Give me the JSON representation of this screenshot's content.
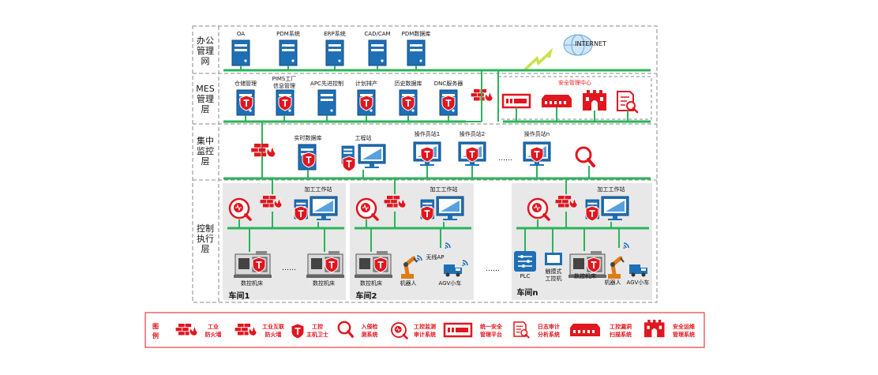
{
  "layers": {
    "office": [
      "办公",
      "管理",
      "网"
    ],
    "mes": [
      "MES",
      "管理",
      "层"
    ],
    "central": [
      "集中",
      "监控",
      "层"
    ],
    "control": [
      "控制",
      "执行",
      "层"
    ]
  },
  "office": {
    "nodes": [
      "OA",
      "PDM系统",
      "ERP系统",
      "CAD/CAM",
      "PDM数据库"
    ],
    "internet": "INTERNET"
  },
  "mes": {
    "nodes": [
      {
        "l1": "仓储管理",
        "l2": ""
      },
      {
        "l1": "PIMS工厂",
        "l2": "信息管理"
      },
      {
        "l1": "APC先进控制",
        "l2": ""
      },
      {
        "l1": "计划排产",
        "l2": ""
      },
      {
        "l1": "历史数据库",
        "l2": ""
      },
      {
        "l1": "DNC服务器",
        "l2": ""
      }
    ],
    "security_center": "安全管理中心"
  },
  "central": {
    "nodes": [
      "实时数据库",
      "工程站",
      "操作员站1",
      "操作员站2",
      "操作员站n"
    ],
    "ellipsis": "……"
  },
  "workshops": [
    {
      "name": "车间1",
      "station": "加工工作站",
      "m1": "数控机床",
      "m2": "数控机床",
      "ellipsis": "……"
    },
    {
      "name": "车间2",
      "station": "加工工作站",
      "m1": "数控机床",
      "robot": "机器人",
      "agv": "AGV小车",
      "ap": "无线AP"
    },
    {
      "name": "车间n",
      "station": "加工工作站",
      "plc": "PLC",
      "touch1": "触摸式",
      "touch2": "工控机",
      "m1": "数控机床",
      "robot": "机器人",
      "agv": "AGV小车"
    }
  ],
  "workshop_gap": "……",
  "legend": {
    "title": [
      "图",
      "例"
    ],
    "items": [
      {
        "l1": "工业",
        "l2": "防火墙",
        "icon": "firewall-icon"
      },
      {
        "l1": "工业互联",
        "l2": "防火墙",
        "icon": "firewall-icon"
      },
      {
        "l1": "工控",
        "l2": "主机卫士",
        "icon": "shield-icon"
      },
      {
        "l1": "入侵检",
        "l2": "测系统",
        "icon": "magnifier-icon"
      },
      {
        "l1": "工控监测",
        "l2": "审计系统",
        "icon": "audit-icon"
      },
      {
        "l1": "统一安全",
        "l2": "管理平台",
        "icon": "platform-icon"
      },
      {
        "l1": "日志审计",
        "l2": "分析系统",
        "icon": "log-audit-icon"
      },
      {
        "l1": "工控漏洞",
        "l2": "扫描系统",
        "icon": "scanner-icon"
      },
      {
        "l1": "安全运维",
        "l2": "管理系统",
        "icon": "castle-icon"
      }
    ]
  },
  "colors": {
    "red": "#e1161e",
    "blue": "#1f6fb5",
    "green": "#2bb35a",
    "gray_band": "#e8e8e8",
    "dash": "#8a8a8a"
  }
}
